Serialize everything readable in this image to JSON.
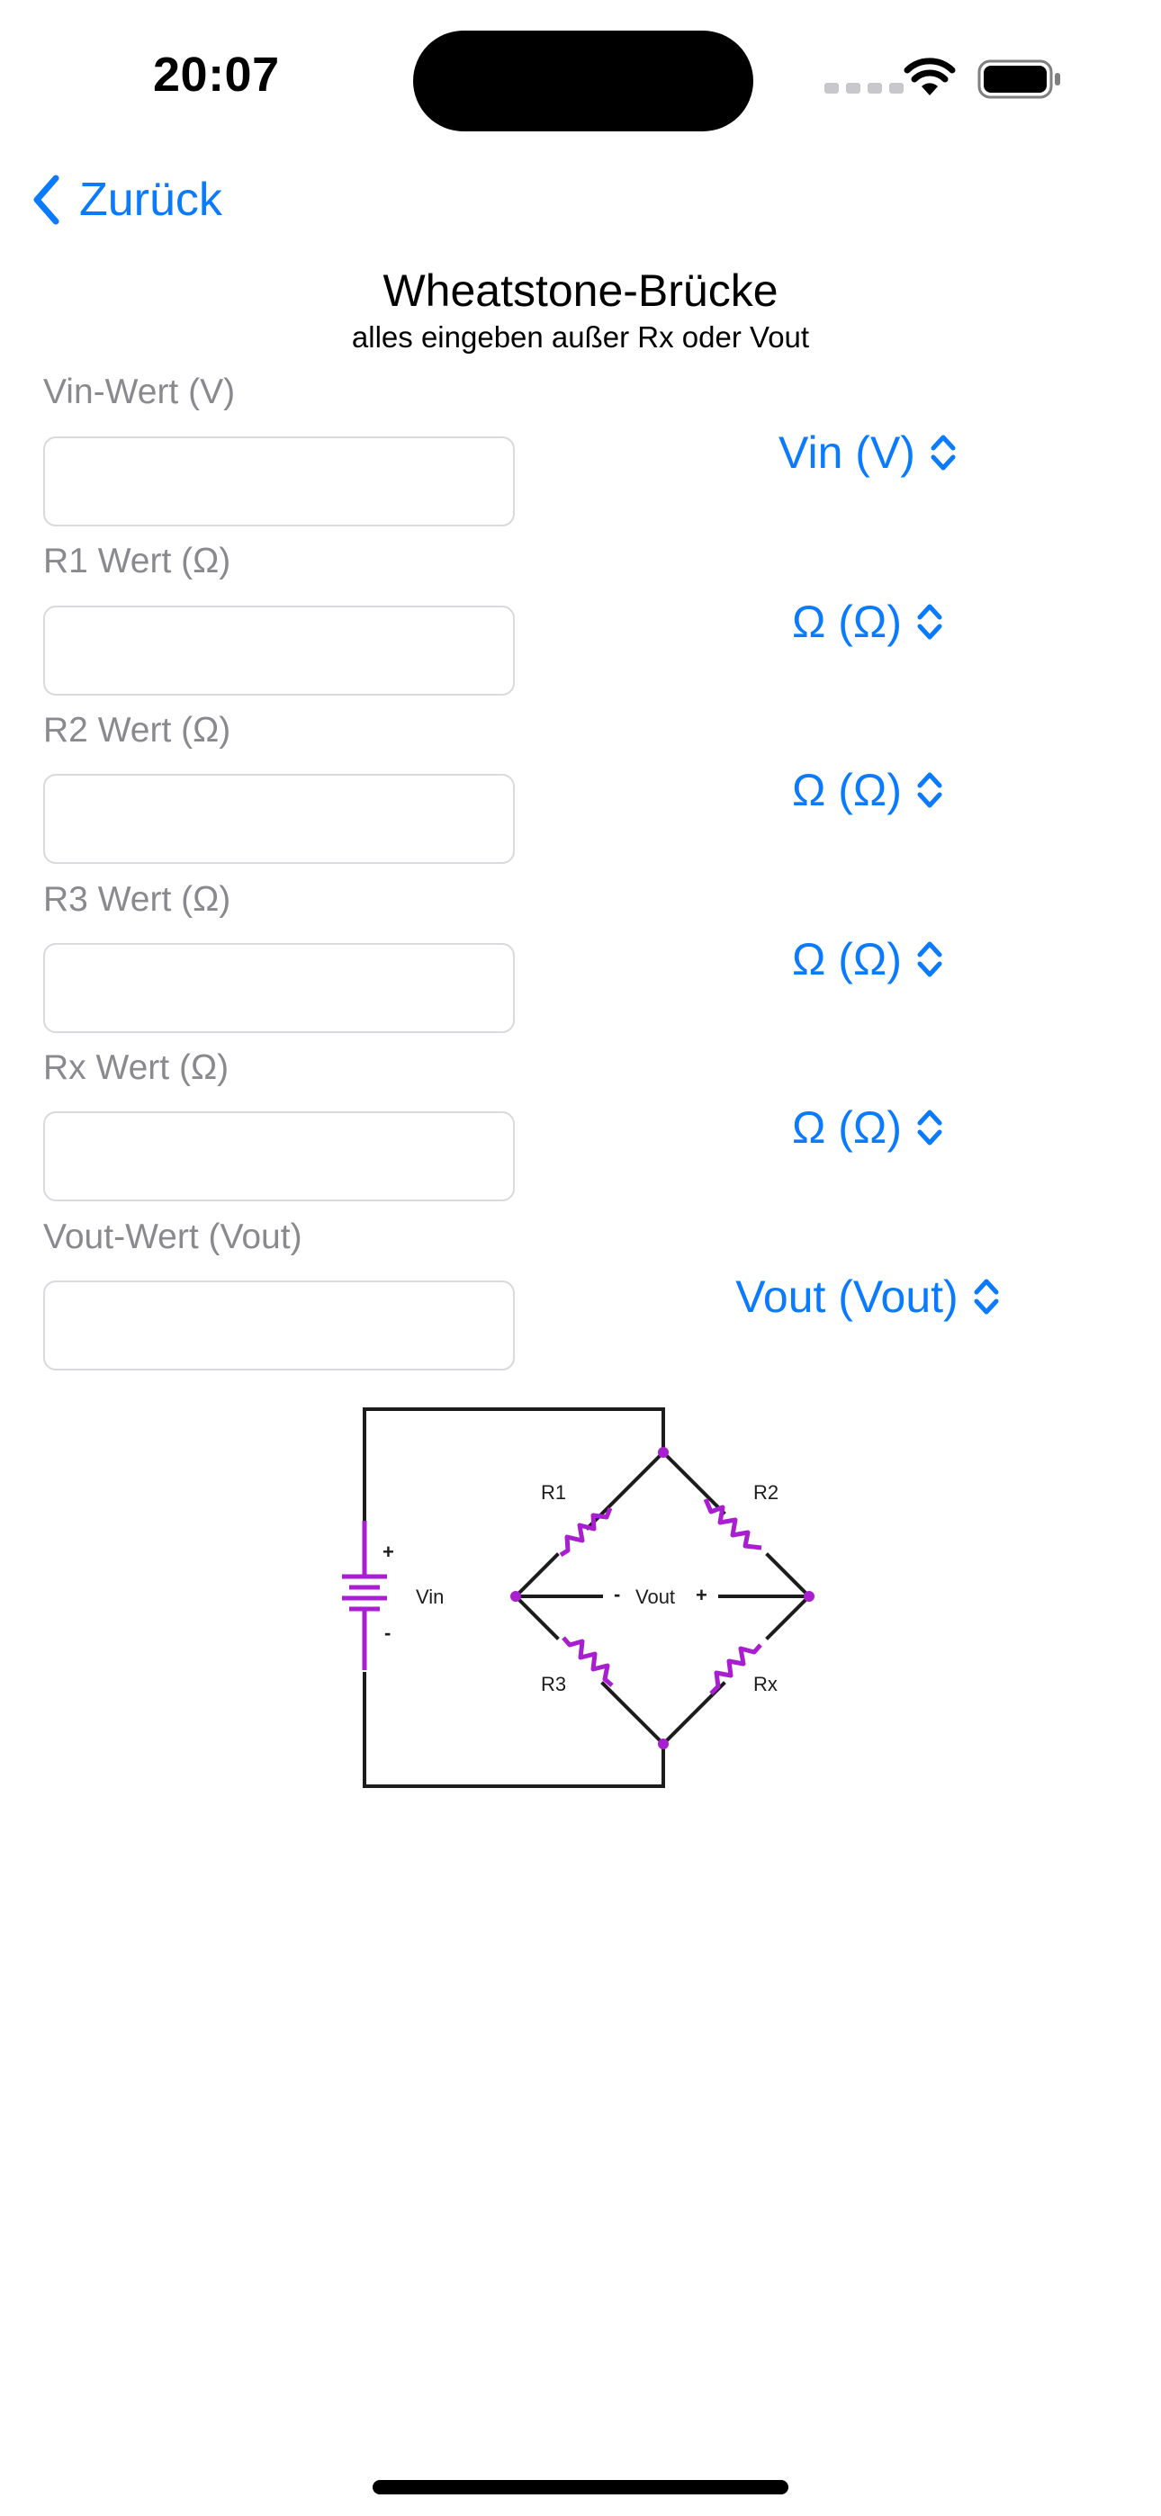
{
  "status_bar": {
    "time": "20:07"
  },
  "nav": {
    "back_label": "Zurück"
  },
  "header": {
    "title": "Wheatstone-Brücke",
    "subtitle": "alles eingeben außer Rx oder Vout"
  },
  "fields": [
    {
      "label": "Vin-Wert (V)",
      "value": "",
      "unit": "Vin (V)"
    },
    {
      "label": "R1 Wert (Ω)",
      "value": "",
      "unit": "Ω (Ω)"
    },
    {
      "label": "R2 Wert (Ω)",
      "value": "",
      "unit": "Ω (Ω)"
    },
    {
      "label": "R3 Wert (Ω)",
      "value": "",
      "unit": "Ω (Ω)"
    },
    {
      "label": "Rx Wert (Ω)",
      "value": "",
      "unit": "Ω (Ω)"
    },
    {
      "label": "Vout-Wert (Vout)",
      "value": "",
      "unit": "Vout (Vout)"
    }
  ],
  "diagram": {
    "labels": {
      "r1": "R1",
      "r2": "R2",
      "r3": "R3",
      "rx": "Rx",
      "vin": "Vin",
      "vout": "Vout",
      "plus": "+",
      "minus": "-"
    },
    "wire_color": "#1c1c1c",
    "component_color": "#a81ed0"
  },
  "colors": {
    "accent": "#0a7aff",
    "label_gray": "#8a8a8e"
  }
}
